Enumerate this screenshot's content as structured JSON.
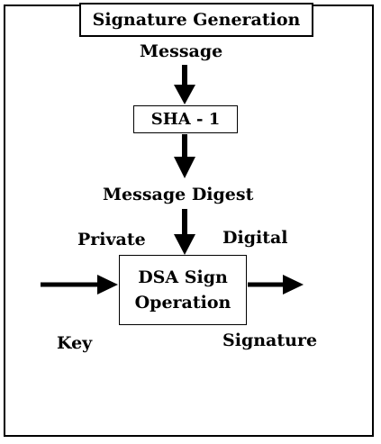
{
  "diagram": {
    "title": "Signature Generation",
    "nodes": {
      "message": "Message",
      "sha": "SHA - 1",
      "message_digest": "Message Digest",
      "private_label": "Private",
      "key_label": "Key",
      "digital_label": "Digital",
      "signature_label": "Signature",
      "dsa_line1": "DSA Sign",
      "dsa_line2": "Operation"
    }
  }
}
